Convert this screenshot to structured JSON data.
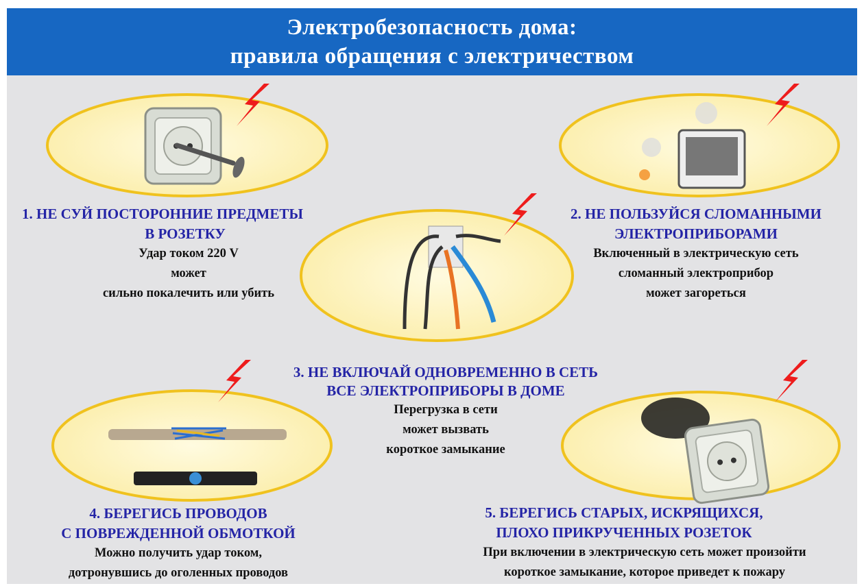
{
  "header": {
    "title_line1": "Электробезопасность дома:",
    "title_line2": "правила обращения с электричеством"
  },
  "rules": [
    {
      "heading": [
        "1.    НЕ СУЙ ПОСТОРОННИЕ ПРЕДМЕТЫ",
        "В РОЗЕТКУ"
      ],
      "text": [
        "Удар током 220 V",
        "может",
        "сильно покалечить или убить"
      ],
      "icon": "socket-with-nail"
    },
    {
      "heading": [
        "2. НЕ ПОЛЬЗУЙСЯ СЛОМАННЫМИ",
        "ЭЛЕКТРОПРИБОРАМИ"
      ],
      "text": [
        "Включенный в электрическую сеть",
        "сломанный электроприбор",
        "может загореться"
      ],
      "icon": "broken-tv"
    },
    {
      "heading": [
        "3. НЕ ВКЛЮЧАЙ ОДНОВРЕМЕННО В СЕТЬ",
        "ВСЕ ЭЛЕКТРОПРИБОРЫ В ДОМЕ"
      ],
      "text": [
        "Перегрузка в сети",
        "может вызвать",
        "короткое замыкание"
      ],
      "icon": "overloaded-outlet"
    },
    {
      "heading": [
        "4. БЕРЕГИСЬ ПРОВОДОВ",
        "С ПОВРЕЖДЕННОЙ ОБМОТКОЙ"
      ],
      "text": [
        "Можно получить удар током,",
        "дотронувшись до оголенных проводов"
      ],
      "icon": "damaged-wires"
    },
    {
      "heading": [
        "5. БЕРЕГИСЬ СТАРЫХ, ИСКРЯЩИХСЯ,",
        "ПЛОХО ПРИКРУЧЕННЫХ РОЗЕТОК"
      ],
      "text": [
        "При включении в электрическую сеть может произойти",
        "короткое замыкание, которое приведет к пожару"
      ],
      "icon": "smoking-socket"
    }
  ],
  "colors": {
    "header_bg": "#1767c2",
    "heading": "#2424a6",
    "ellipse_fill": "#fdf5c6",
    "ellipse_border": "#f0c21e",
    "lightning": "#ee1c1c"
  }
}
